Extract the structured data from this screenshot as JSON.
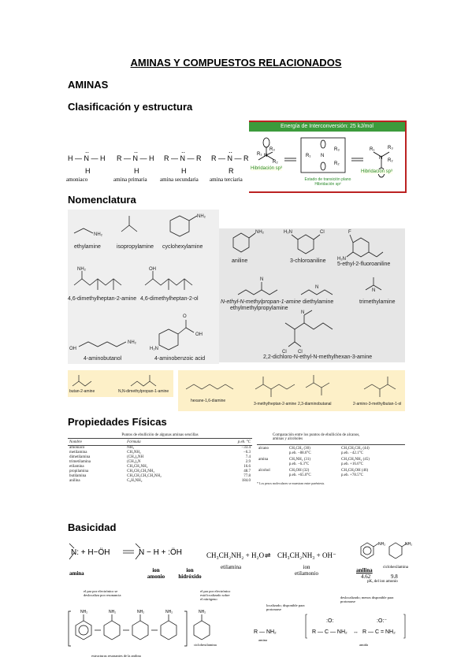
{
  "title": "AMINAS Y COMPUESTOS RELACIONADOS",
  "section_aminas": "AMINAS",
  "section_clasificacion": "Clasificación y estructura",
  "section_nomenclatura": "Nomenclatura",
  "section_propiedades": "Propiedades Físicas",
  "section_basicidad": "Basicidad",
  "classification": {
    "labels": [
      "amoniaco",
      "amina primaria",
      "amina secundaria",
      "amina terciaria"
    ],
    "energy_title": "Energía de Interconversión: 25 kJ/mol",
    "hib_left": "Hibridación sp³",
    "hib_right": "Hibridación sp³",
    "transition": "Estado de transición plano",
    "transition2": "Hibridación sp²"
  },
  "nomenclature": {
    "left_names": [
      "ethylamine",
      "isopropylamine",
      "cyclohexylamine",
      "4,6-dimethylheptan-2-amine",
      "4,6-dimethylheptan-2-ol",
      "4-aminobutanol",
      "4-aminobenzoic acid"
    ],
    "right_names": [
      "aniline",
      "3-chloroaniline",
      "5-ethyl-2-fluoroaniline",
      "N-ethyl-N-methylpropan-1-amine",
      "ethylmethylpropylamine",
      "diethylamine",
      "trimethylamine",
      "2,2-dichloro-N-ethyl-N-methylhexan-3-amine"
    ],
    "bottom_names": [
      "butan-2-amine",
      "N,N-dimethylpropan-1-amine",
      "hexane-1,6-diamine",
      "3-methylheptan-2-amine",
      "2,3-diaminobutanal",
      "2-amino-3-methylbutan-1-ol"
    ],
    "group_labels": {
      "nh2": "NH₂",
      "oh": "OH",
      "cl": "Cl",
      "f": "F",
      "n": "N",
      "h2n": "H₂N",
      "o": "O"
    }
  },
  "table1": {
    "caption": "Puntos de ebullición de algunas aminas sencillas",
    "headers": [
      "Nombre",
      "Fórmula",
      "p.eb. °C"
    ],
    "rows": [
      [
        "amoníaco",
        "NH₃",
        "−33.4"
      ],
      [
        "metilamina",
        "CH₃NH₂",
        "−6.3"
      ],
      [
        "dimetilamina",
        "(CH₃)₂NH",
        "7.4"
      ],
      [
        "trimetilamina",
        "(CH₃)₃N",
        "2.9"
      ],
      [
        "etilamina",
        "CH₃CH₂NH₂",
        "16.6"
      ],
      [
        "propilamina",
        "CH₃CH₂CH₂NH₂",
        "48.7"
      ],
      [
        "butilamina",
        "CH₃CH₂CH₂CH₂NH₂",
        "77.8"
      ],
      [
        "anilina",
        "C₆H₅NH₂",
        "184.0"
      ]
    ]
  },
  "table2": {
    "caption": "Comparación entre los puntos de ebullición de alcanos, aminas y alcoholes",
    "rows": [
      [
        "alcano",
        "CH₃CH₃ (30)",
        "p.eb. −88.6°C",
        "CH₃CH₂CH₃ (44)",
        "p.eb. −42.1°C"
      ],
      [
        "amina",
        "CH₃NH₂ (31)",
        "p.eb. −6.3°C",
        "CH₃CH₂NH₂ (45)",
        "p.eb. +16.6°C"
      ],
      [
        "alcohol",
        "CH₃OH (32)",
        "p.eb. +65.0°C",
        "CH₃CH₂OH (46)",
        "p.eb. +78.5°C"
      ]
    ],
    "note": "* Los pesos moleculares se muestran entre paréntesis."
  },
  "basicity": {
    "amina": "amina",
    "ion_amonio": "ion amonio",
    "ion_hidroxido": "ion hidróxido",
    "etilamina": "etilamina",
    "ion_etilamonio": "ion etilamonio",
    "eq_left": "CH₃CH₂NH₂ + H₂O",
    "eq_right": "CH₃CH₂NH₃ + OH⁻",
    "anilina": "anilina",
    "anilina_pkb": "4.62",
    "ciclohexilamina": "ciclohexilamina",
    "ciclo_pkb": "9.8",
    "pkb_label": "pKₐ del ion amonio",
    "deloc_note": "el par por electrónico se deslocaliza por resonancia",
    "loc_note": "el par por electrónico está localizado sobre el nitrógeno",
    "estructuras": "estructuras resonantes de la anilina",
    "ciclohexilamina2": "ciclohexilamina",
    "localizado": "localizado; disponible para protonarse",
    "deslocalizado": "deslocalizado; menos disponible para protonarse",
    "amina2": "amina",
    "amida": "amida"
  }
}
